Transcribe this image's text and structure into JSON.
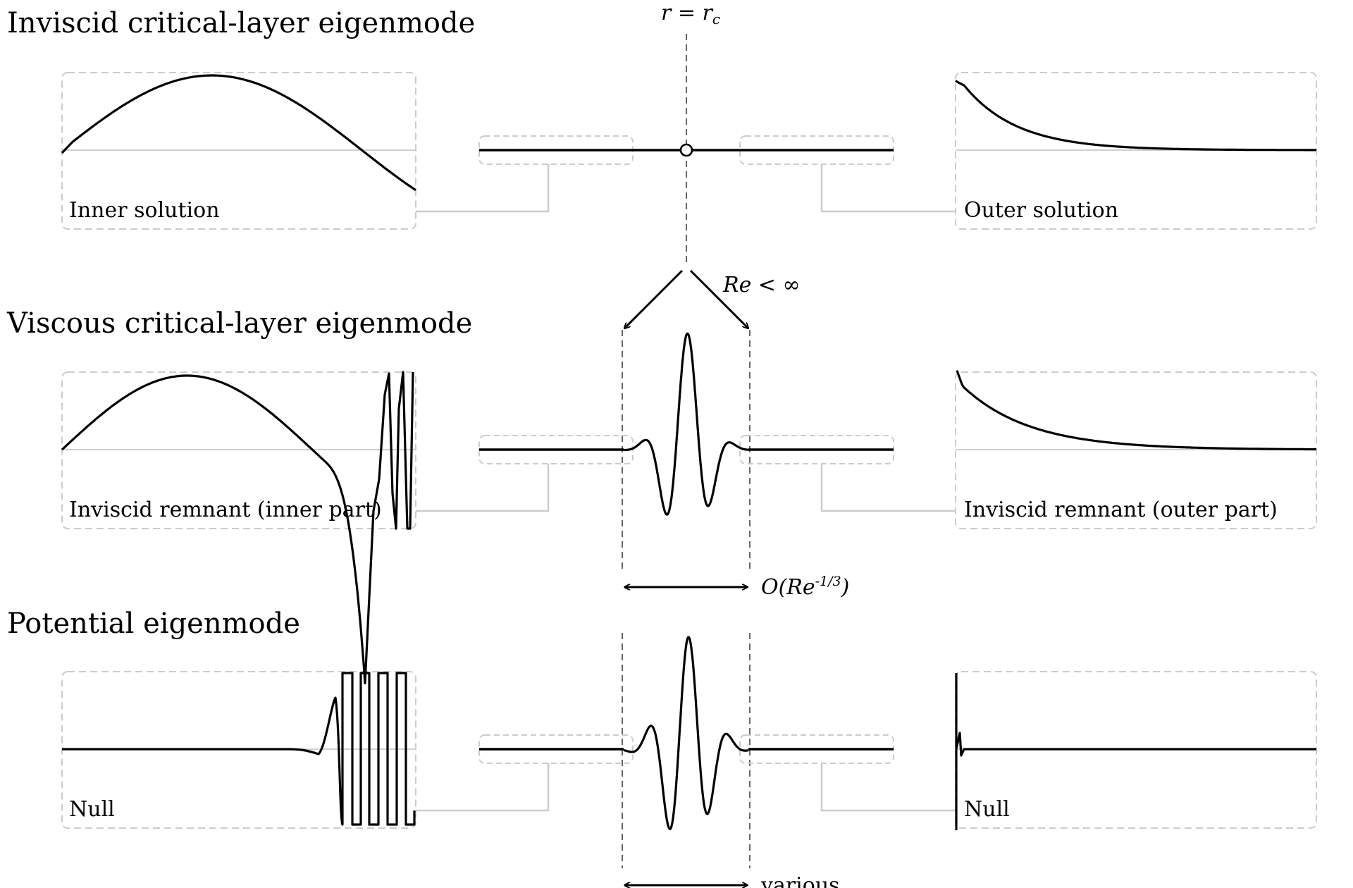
{
  "rows": [
    {
      "title": "Inviscid critical-layer eigenmode",
      "left_label": "Inner solution",
      "right_label": "Outer solution"
    },
    {
      "title": "Viscous critical-layer eigenmode",
      "left_label": "Inviscid remnant (inner part)",
      "right_label": "Inviscid remnant (outer part)"
    },
    {
      "title": "Potential eigenmode",
      "left_label": "Null",
      "right_label": "Null"
    }
  ],
  "annotations": {
    "critical_radius": "r = r",
    "critical_radius_sub": "c",
    "reynolds_condition": "Re < ∞",
    "width_viscous_prefix": "O(Re",
    "width_viscous_exp": "-1/3",
    "width_viscous_suffix": ")",
    "width_potential": "various"
  }
}
